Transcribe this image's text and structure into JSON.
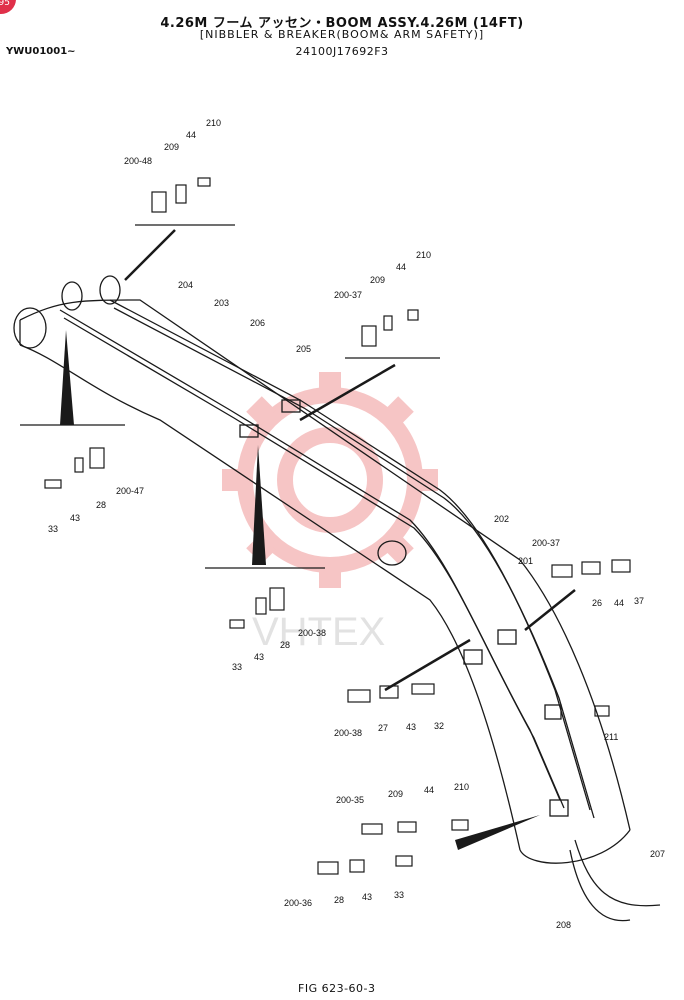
{
  "header": {
    "title": "4.26M フーム アッセン・BOOM ASSY.4.26M (14FT)",
    "subtitle": "[NIBBLER & BREAKER(BOOM& ARM SAFETY)]",
    "part_number": "24100J17692F3",
    "serial_range": "YWU01001~"
  },
  "figure_ref": "FIG 623-60-3",
  "badge": "95",
  "watermark": "VHTEX",
  "callouts": [
    "210",
    "44",
    "209",
    "200-48",
    "210",
    "44",
    "209",
    "200-37",
    "204",
    "203",
    "206",
    "205",
    "33",
    "43",
    "28",
    "200-47",
    "202",
    "201",
    "200-37",
    "26",
    "44",
    "37",
    "33",
    "43",
    "28",
    "200-38",
    "200-38",
    "27",
    "43",
    "32",
    "211",
    "200-35",
    "209",
    "44",
    "210",
    "200-36",
    "28",
    "43",
    "33",
    "207",
    "208"
  ],
  "colors": {
    "line": "#1a1a1a",
    "watermark": "#f4b7b7",
    "badge": "#e0304a"
  }
}
